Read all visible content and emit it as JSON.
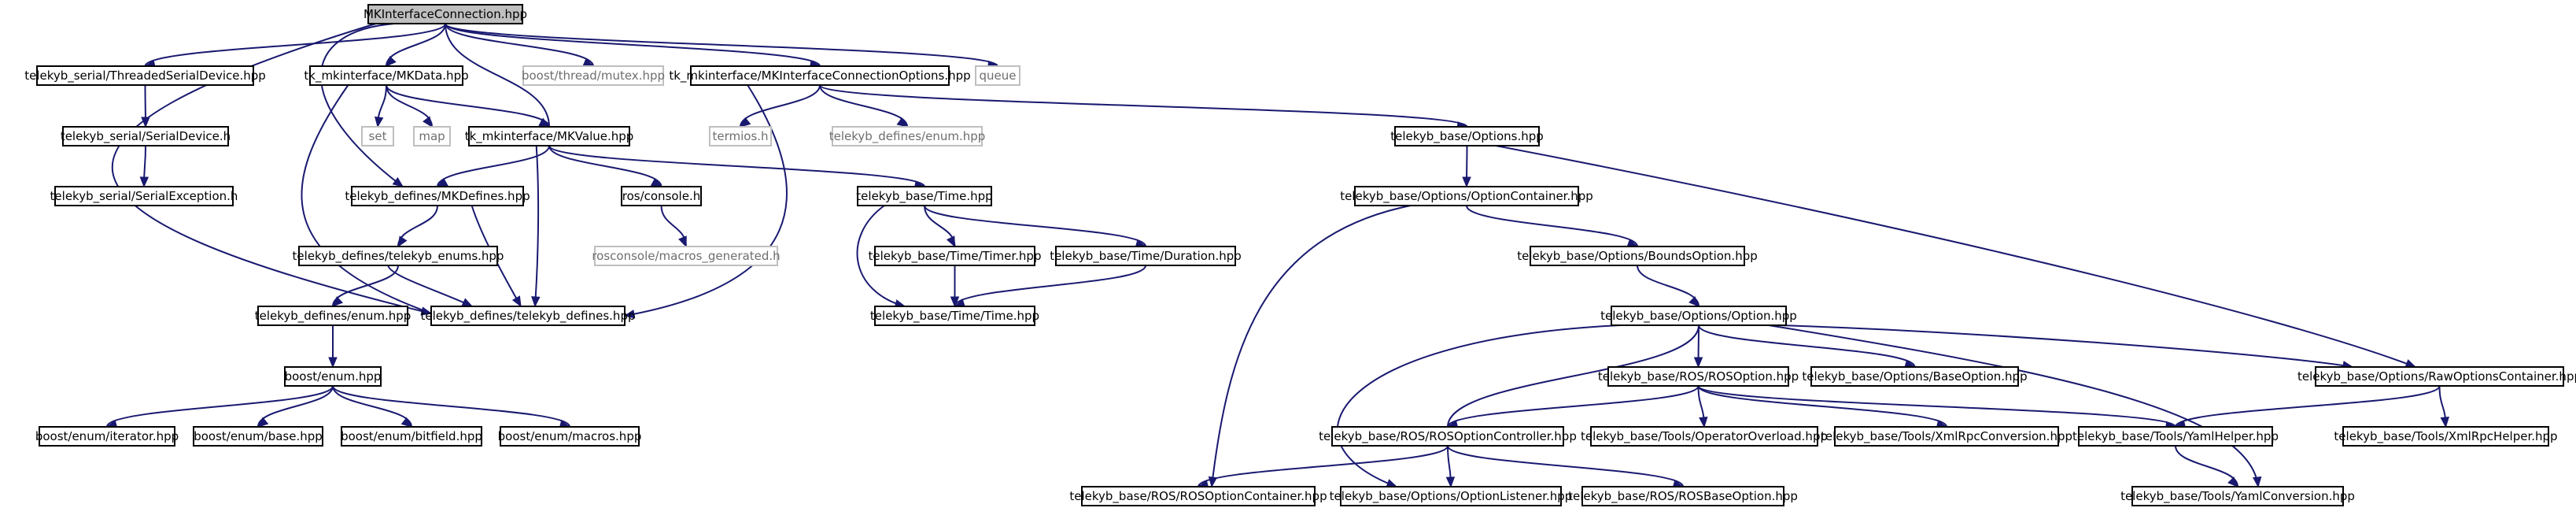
{
  "graph": {
    "nodes": [
      {
        "id": "root",
        "label": "MKInterfaceConnection.hpp",
        "style": "root"
      },
      {
        "id": "tsd",
        "label": "telekyb_serial/ThreadedSerialDevice.hpp",
        "style": "normal"
      },
      {
        "id": "mkdata",
        "label": "tk_mkinterface/MKData.hpp",
        "style": "normal"
      },
      {
        "id": "mutex",
        "label": "boost/thread/mutex.hpp",
        "style": "ext"
      },
      {
        "id": "mkopts",
        "label": "tk_mkinterface/MKInterfaceConnectionOptions.hpp",
        "style": "normal"
      },
      {
        "id": "queue",
        "label": "queue",
        "style": "ext"
      },
      {
        "id": "sd",
        "label": "telekyb_serial/SerialDevice.h",
        "style": "normal"
      },
      {
        "id": "set",
        "label": "set",
        "style": "ext"
      },
      {
        "id": "map",
        "label": "map",
        "style": "ext"
      },
      {
        "id": "mkvalue",
        "label": "tk_mkinterface/MKValue.hpp",
        "style": "normal"
      },
      {
        "id": "termios",
        "label": "termios.h",
        "style": "ext"
      },
      {
        "id": "defenumhpp_ext",
        "label": "telekyb_defines/enum.hpp",
        "style": "ext"
      },
      {
        "id": "options",
        "label": "telekyb_base/Options.hpp",
        "style": "normal"
      },
      {
        "id": "se",
        "label": "telekyb_serial/SerialException.h",
        "style": "normal"
      },
      {
        "id": "mkdefines",
        "label": "telekyb_defines/MKDefines.hpp",
        "style": "normal"
      },
      {
        "id": "roscon",
        "label": "ros/console.h",
        "style": "normal"
      },
      {
        "id": "time",
        "label": "telekyb_base/Time.hpp",
        "style": "normal"
      },
      {
        "id": "optcont",
        "label": "telekyb_base/Options/OptionContainer.hpp",
        "style": "normal"
      },
      {
        "id": "tkenums",
        "label": "telekyb_defines/telekyb_enums.hpp",
        "style": "normal"
      },
      {
        "id": "macrosgen",
        "label": "rosconsole/macros_generated.h",
        "style": "ext"
      },
      {
        "id": "timer",
        "label": "telekyb_base/Time/Timer.hpp",
        "style": "normal"
      },
      {
        "id": "duration",
        "label": "telekyb_base/Time/Duration.hpp",
        "style": "normal"
      },
      {
        "id": "bounds",
        "label": "telekyb_base/Options/BoundsOption.hpp",
        "style": "normal"
      },
      {
        "id": "defenum",
        "label": "telekyb_defines/enum.hpp",
        "style": "normal"
      },
      {
        "id": "tkdefines",
        "label": "telekyb_defines/telekyb_defines.hpp",
        "style": "normal"
      },
      {
        "id": "timetime",
        "label": "telekyb_base/Time/Time.hpp",
        "style": "normal"
      },
      {
        "id": "option",
        "label": "telekyb_base/Options/Option.hpp",
        "style": "normal"
      },
      {
        "id": "boostenum",
        "label": "boost/enum.hpp",
        "style": "normal"
      },
      {
        "id": "rosoption",
        "label": "telekyb_base/ROS/ROSOption.hpp",
        "style": "normal"
      },
      {
        "id": "baseoption",
        "label": "telekyb_base/Options/BaseOption.hpp",
        "style": "normal"
      },
      {
        "id": "rawopt",
        "label": "telekyb_base/Options/RawOptionsContainer.hpp",
        "style": "normal"
      },
      {
        "id": "iter",
        "label": "boost/enum/iterator.hpp",
        "style": "normal"
      },
      {
        "id": "ebase",
        "label": "boost/enum/base.hpp",
        "style": "normal"
      },
      {
        "id": "bitfield",
        "label": "boost/enum/bitfield.hpp",
        "style": "normal"
      },
      {
        "id": "emacros",
        "label": "boost/enum/macros.hpp",
        "style": "normal"
      },
      {
        "id": "rosoptctrl",
        "label": "telekyb_base/ROS/ROSOptionController.hpp",
        "style": "normal"
      },
      {
        "id": "opoverload",
        "label": "telekyb_base/Tools/OperatorOverload.hpp",
        "style": "normal"
      },
      {
        "id": "xmlrpcconv",
        "label": "telekyb_base/Tools/XmlRpcConversion.hpp",
        "style": "normal"
      },
      {
        "id": "yamlhelper",
        "label": "telekyb_base/Tools/YamlHelper.hpp",
        "style": "normal"
      },
      {
        "id": "xmlrpchelper",
        "label": "telekyb_base/Tools/XmlRpcHelper.hpp",
        "style": "normal"
      },
      {
        "id": "rosoptcont",
        "label": "telekyb_base/ROS/ROSOptionContainer.hpp",
        "style": "normal"
      },
      {
        "id": "optlistener",
        "label": "telekyb_base/Options/OptionListener.hpp",
        "style": "normal"
      },
      {
        "id": "rosbaseopt",
        "label": "telekyb_base/ROS/ROSBaseOption.hpp",
        "style": "normal"
      },
      {
        "id": "yamlconv",
        "label": "telekyb_base/Tools/YamlConversion.hpp",
        "style": "normal"
      }
    ],
    "edges": [
      [
        "root",
        "tsd"
      ],
      [
        "root",
        "mkdata"
      ],
      [
        "root",
        "mutex"
      ],
      [
        "root",
        "mkopts"
      ],
      [
        "root",
        "queue"
      ],
      [
        "root",
        "mkdefines"
      ],
      [
        "root",
        "mkvalue"
      ],
      [
        "root",
        "tkdefines"
      ],
      [
        "tsd",
        "sd"
      ],
      [
        "sd",
        "se"
      ],
      [
        "mkdata",
        "set"
      ],
      [
        "mkdata",
        "map"
      ],
      [
        "mkdata",
        "mkvalue"
      ],
      [
        "mkdata",
        "tkdefines"
      ],
      [
        "mkopts",
        "termios"
      ],
      [
        "mkopts",
        "defenumhpp_ext"
      ],
      [
        "mkopts",
        "options"
      ],
      [
        "mkopts",
        "tkdefines"
      ],
      [
        "mkvalue",
        "mkdefines"
      ],
      [
        "mkvalue",
        "roscon"
      ],
      [
        "mkvalue",
        "time"
      ],
      [
        "mkvalue",
        "tkdefines"
      ],
      [
        "options",
        "optcont"
      ],
      [
        "options",
        "rawopt"
      ],
      [
        "mkdefines",
        "tkenums"
      ],
      [
        "mkdefines",
        "tkdefines"
      ],
      [
        "roscon",
        "macrosgen"
      ],
      [
        "time",
        "timer"
      ],
      [
        "time",
        "duration"
      ],
      [
        "time",
        "timetime"
      ],
      [
        "optcont",
        "bounds"
      ],
      [
        "optcont",
        "rosoptcont"
      ],
      [
        "tkenums",
        "defenum"
      ],
      [
        "tkenums",
        "tkdefines"
      ],
      [
        "timer",
        "timetime"
      ],
      [
        "duration",
        "timetime"
      ],
      [
        "bounds",
        "option"
      ],
      [
        "defenum",
        "boostenum"
      ],
      [
        "option",
        "rosoption"
      ],
      [
        "option",
        "baseoption"
      ],
      [
        "option",
        "rawopt"
      ],
      [
        "option",
        "rosoptctrl"
      ],
      [
        "option",
        "optlistener"
      ],
      [
        "option",
        "yamlconv"
      ],
      [
        "boostenum",
        "iter"
      ],
      [
        "boostenum",
        "ebase"
      ],
      [
        "boostenum",
        "bitfield"
      ],
      [
        "boostenum",
        "emacros"
      ],
      [
        "rosoption",
        "rosoptctrl"
      ],
      [
        "rosoption",
        "opoverload"
      ],
      [
        "rosoption",
        "xmlrpcconv"
      ],
      [
        "rosoption",
        "yamlhelper"
      ],
      [
        "rawopt",
        "yamlhelper"
      ],
      [
        "rawopt",
        "xmlrpchelper"
      ],
      [
        "rosoptctrl",
        "rosoptcont"
      ],
      [
        "rosoptctrl",
        "optlistener"
      ],
      [
        "rosoptctrl",
        "rosbaseopt"
      ],
      [
        "yamlhelper",
        "yamlconv"
      ]
    ]
  }
}
